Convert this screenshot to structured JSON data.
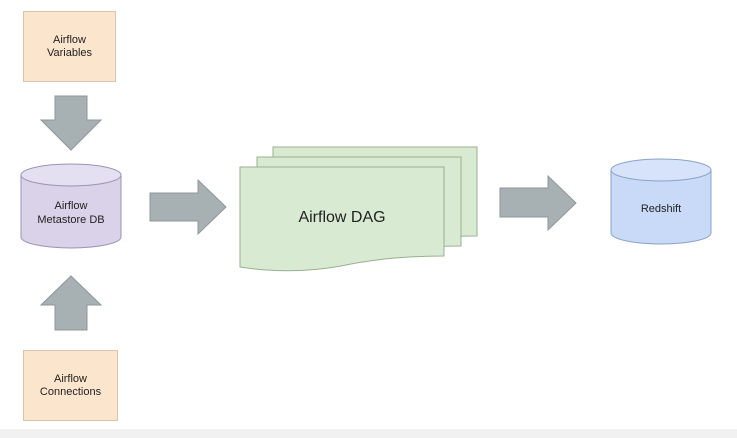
{
  "nodes": {
    "variables": {
      "label_line1": "Airflow",
      "label_line2": "Variables"
    },
    "metastore": {
      "label_line1": "Airflow",
      "label_line2": "Metastore DB"
    },
    "connections": {
      "label_line1": "Airflow",
      "label_line2": "Connections"
    },
    "dag": {
      "label": "Airflow DAG"
    },
    "redshift": {
      "label": "Redshift"
    }
  },
  "colors": {
    "orange_box": "#fce5cd",
    "purple_cylinder": "#d9d2e9",
    "green_doc": "#d9ead3",
    "blue_cylinder": "#c9daf8",
    "arrow_gray": "#a7b1b4"
  }
}
